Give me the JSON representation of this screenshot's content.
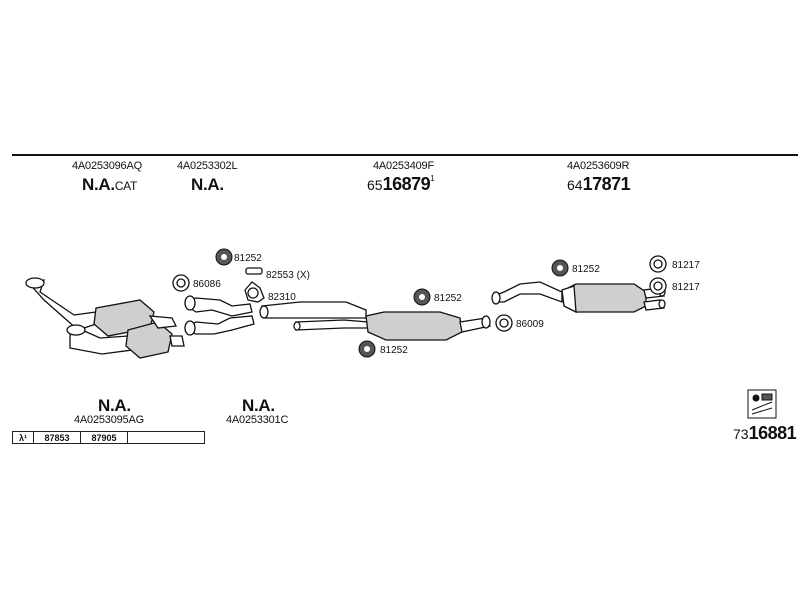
{
  "header": {
    "parts": [
      {
        "code": "4A0253096AQ",
        "label_main": "N.A.",
        "label_suffix": "CAT"
      },
      {
        "code": "4A0253302L",
        "label_main": "N.A.",
        "label_suffix": ""
      },
      {
        "code": "4A0253409F",
        "pn_prefix": "65",
        "pn_main": "16879",
        "pn_sup": "1"
      },
      {
        "code": "4A0253609R",
        "pn_prefix": "64",
        "pn_main": "17871"
      }
    ]
  },
  "parts_labels": {
    "p81252_a": "81252",
    "p82553": "82553 (X)",
    "p86086": "86086",
    "p82310": "82310",
    "p81252_b": "81252",
    "p81252_c": "81252",
    "p86009": "86009",
    "p81252_d": "81252",
    "p81217_a": "81217",
    "p81217_b": "81217"
  },
  "footer": {
    "left": {
      "label": "N.A.",
      "code": "4A0253095AG"
    },
    "middle": {
      "label": "N.A.",
      "code": "4A0253301C"
    },
    "lambda": {
      "symbol": "λ¹",
      "values": [
        "87853",
        "87905",
        ""
      ]
    },
    "catalog": {
      "prefix": "73",
      "number": "16881"
    }
  },
  "colors": {
    "ink": "#111111",
    "fill": "#cfcfcf",
    "dark": "#555555"
  }
}
